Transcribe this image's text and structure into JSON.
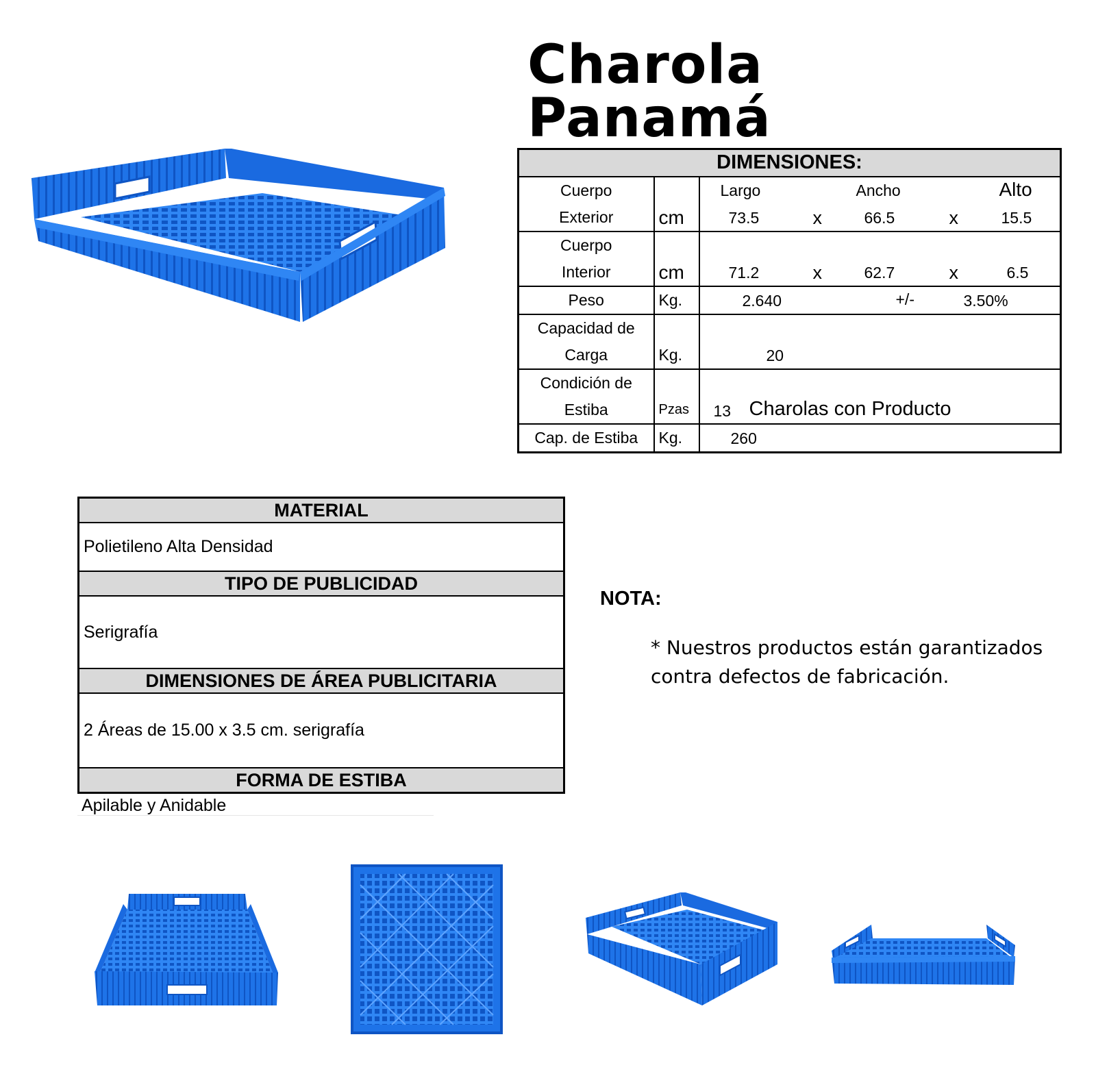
{
  "title": "Charola Panamá",
  "dimensions": {
    "header": "DIMENSIONES:",
    "exterior": {
      "label_1": "Cuerpo",
      "label_2": "Exterior",
      "unit": "cm",
      "col_largo": "Largo",
      "col_ancho": "Ancho",
      "col_alto": "Alto",
      "largo": "73.5",
      "ancho": "66.5",
      "alto": "15.5",
      "sep": "x"
    },
    "interior": {
      "label_1": "Cuerpo",
      "label_2": "Interior",
      "unit": "cm",
      "largo": "71.2",
      "ancho": "62.7",
      "alto": "6.5",
      "sep": "x"
    },
    "peso": {
      "label": "Peso",
      "unit": "Kg.",
      "value": "2.640",
      "tol_sign": "+/-",
      "tolerance": "3.50%"
    },
    "capacidad": {
      "label_1": "Capacidad de",
      "label_2": "Carga",
      "unit": "Kg.",
      "value": "20"
    },
    "condicion": {
      "label_1": "Condición de",
      "label_2": "Estiba",
      "unit": "Pzas",
      "value": "13",
      "text": "Charolas con Producto"
    },
    "cap_estiba": {
      "label": "Cap. de Estiba",
      "unit": "Kg.",
      "value": "260"
    }
  },
  "material": {
    "material_header": "MATERIAL",
    "material_value": "Polietileno Alta Densidad",
    "publicidad_header": "TIPO DE PUBLICIDAD",
    "publicidad_value": "Serigrafía",
    "area_header": "DIMENSIONES DE ÁREA PUBLICITARIA",
    "area_value": "2 Áreas de 15.00 x 3.5 cm. serigrafía",
    "estiba_header": "FORMA DE ESTIBA",
    "estiba_value": "Apilable y Anidable"
  },
  "nota": {
    "header": "NOTA:",
    "line_1": "* Nuestros productos están garantizados",
    "line_2": "contra defectos de fabricación."
  },
  "colors": {
    "tray_blue": "#1e73e8",
    "tray_dark": "#0f55c4",
    "header_gray": "#d9d9d9"
  }
}
